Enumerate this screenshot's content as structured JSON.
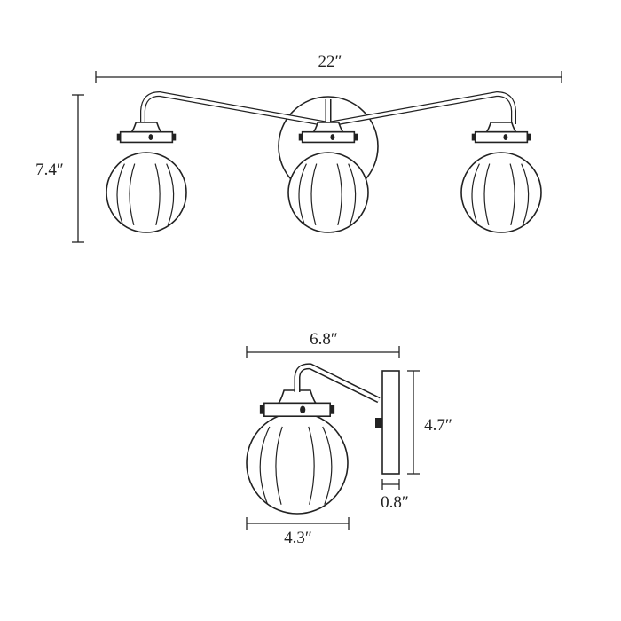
{
  "front_view": {
    "width_label": "22″",
    "height_label": "7.4″"
  },
  "side_view": {
    "depth_label": "6.8″",
    "backplate_height_label": "4.7″",
    "backplate_depth_label": "0.8″",
    "shade_width_label": "4.3″"
  },
  "colors": {
    "line": "#222222",
    "background": "#ffffff"
  }
}
